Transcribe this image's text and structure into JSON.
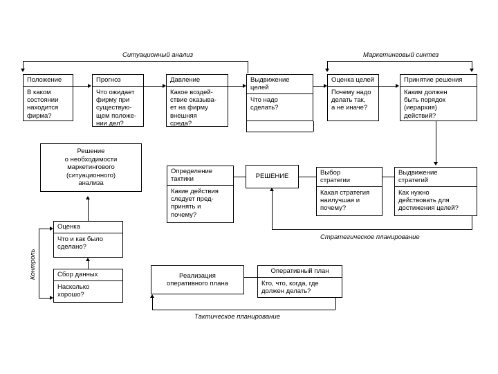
{
  "diagram": {
    "title": "Marketing planning process flowchart",
    "language": "ru",
    "section_labels": {
      "situational_analysis": "Ситуационный анализ",
      "marketing_synthesis": "Маркетинговый синтез",
      "strategic_planning": "Стратегическое планирование",
      "tactical_planning": "Тактическое планирование",
      "control": "Контроль"
    },
    "nodes": {
      "polozhenie": {
        "header": "Положение",
        "body": "В каком\nсостоянии\nнаходится\nфирма?"
      },
      "prognoz": {
        "header": "Прогноз",
        "body": "Что ожидает\nфирму при\nсуществую-\nщем положе-\nнии дел?"
      },
      "davlenie": {
        "header": "Давление",
        "body": "Какое воздей-\nствие оказыва-\nет на фирму\nвнешняя\nсреда?"
      },
      "vydvizhenie_celey": {
        "header": "Выдвижение\nцелей",
        "body": "Что надо\nсделать?"
      },
      "ocenka_celey": {
        "header": "Оценка целей",
        "body": "Почему надо\nделать так,\nа не иначе?"
      },
      "prinyatie_resheniya": {
        "header": "Принятие решения",
        "body": "Каким должен\nбыть порядок\n(иерархия)\nдействий?"
      },
      "reshenie_o_neobhodimosti": {
        "text": "Решение\nо необходимости\nмаркетингового\n(ситуационного)\nанализа"
      },
      "opredelenie_taktiki": {
        "header": "Определение\nтактики",
        "body": "Какие действия\nследует пред-\nпринять и\nпочему?"
      },
      "reshenie": {
        "text": "РЕШЕНИЕ"
      },
      "vybor_strategii": {
        "header": "Выбор\nстратегии",
        "body": "Какая стратегия\nнаилучшая и\nпочему?"
      },
      "vydvizhenie_strategiy": {
        "header": "Выдвижение\nстратегий",
        "body": "Как нужно\nдействовать для\nдостижения целей?"
      },
      "ocenka": {
        "header": "Оценка",
        "body": "Что и как было\nсделано?"
      },
      "sbor_dannyh": {
        "header": "Сбор данных",
        "body": "Насколько\nхорошо?"
      },
      "realizaciya_plana": {
        "text": "Реализация\nоперативного плана"
      },
      "operativnyy_plan": {
        "header": "Оперативный план",
        "body": "Кто, что, когда, где\nдолжен делать?"
      }
    },
    "colors": {
      "line": "#000000",
      "text": "#000000",
      "background": "#ffffff"
    }
  }
}
